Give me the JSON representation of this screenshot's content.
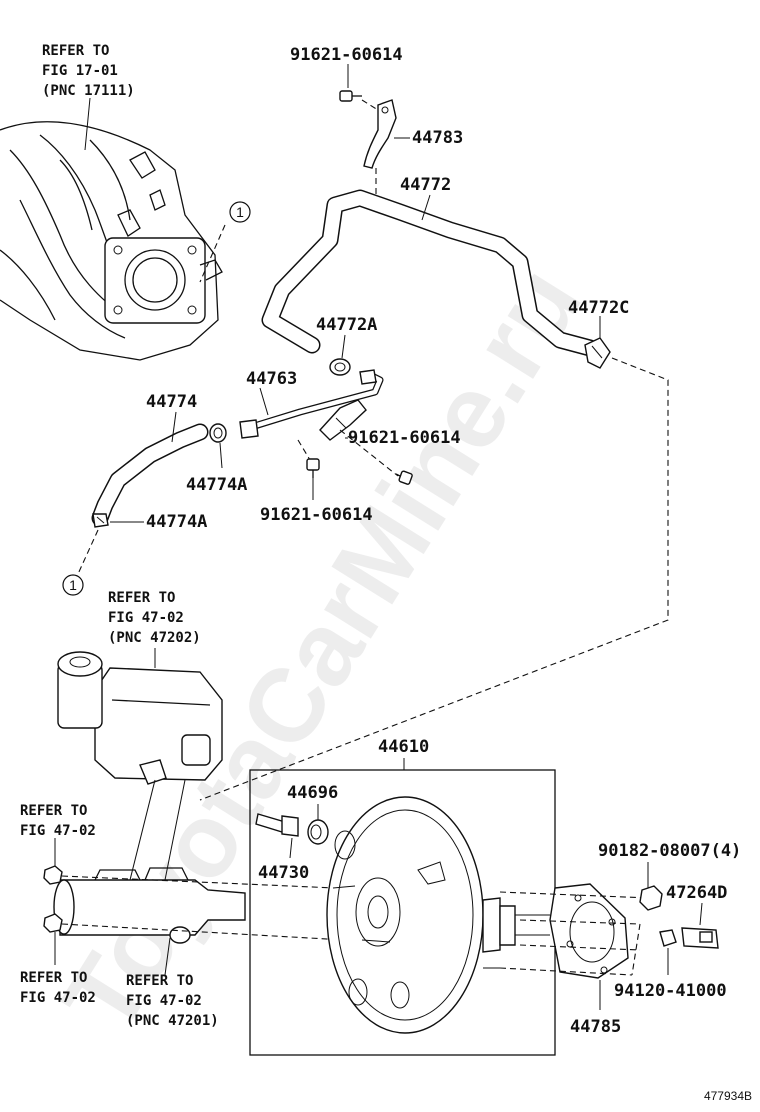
{
  "labels": {
    "bolt_91621_top": "91621-60614",
    "p44783": "44783",
    "p44772": "44772",
    "p44772C": "44772C",
    "p44772A": "44772A",
    "p44763": "44763",
    "p44774": "44774",
    "p44774A_mid": "44774A",
    "p44774A_low": "44774A",
    "bolt_91621_mid": "91621-60614",
    "bolt_91621_low": "91621-60614",
    "p44610": "44610",
    "p44696": "44696",
    "p44730": "44730",
    "p90182": "90182-08007(4)",
    "p47264D": "47264D",
    "p94120": "94120-41000",
    "p44785": "44785"
  },
  "references": {
    "ref_17_01": [
      "REFER TO",
      "FIG 17-01",
      "(PNC 17111)"
    ],
    "ref_47_02_top": [
      "REFER TO",
      "FIG 47-02",
      "(PNC 47202)"
    ],
    "ref_47_02_left_upper": [
      "REFER TO",
      "FIG 47-02"
    ],
    "ref_47_02_left_lower": [
      "REFER TO",
      "FIG 47-02"
    ],
    "ref_47_02_bottom": [
      "REFER TO",
      "FIG 47-02",
      "(PNC 47201)"
    ]
  },
  "callouts": {
    "upper": "1",
    "lower": "1"
  },
  "figure_id": "477934B",
  "watermark": "ToyotaCarMine.ru"
}
